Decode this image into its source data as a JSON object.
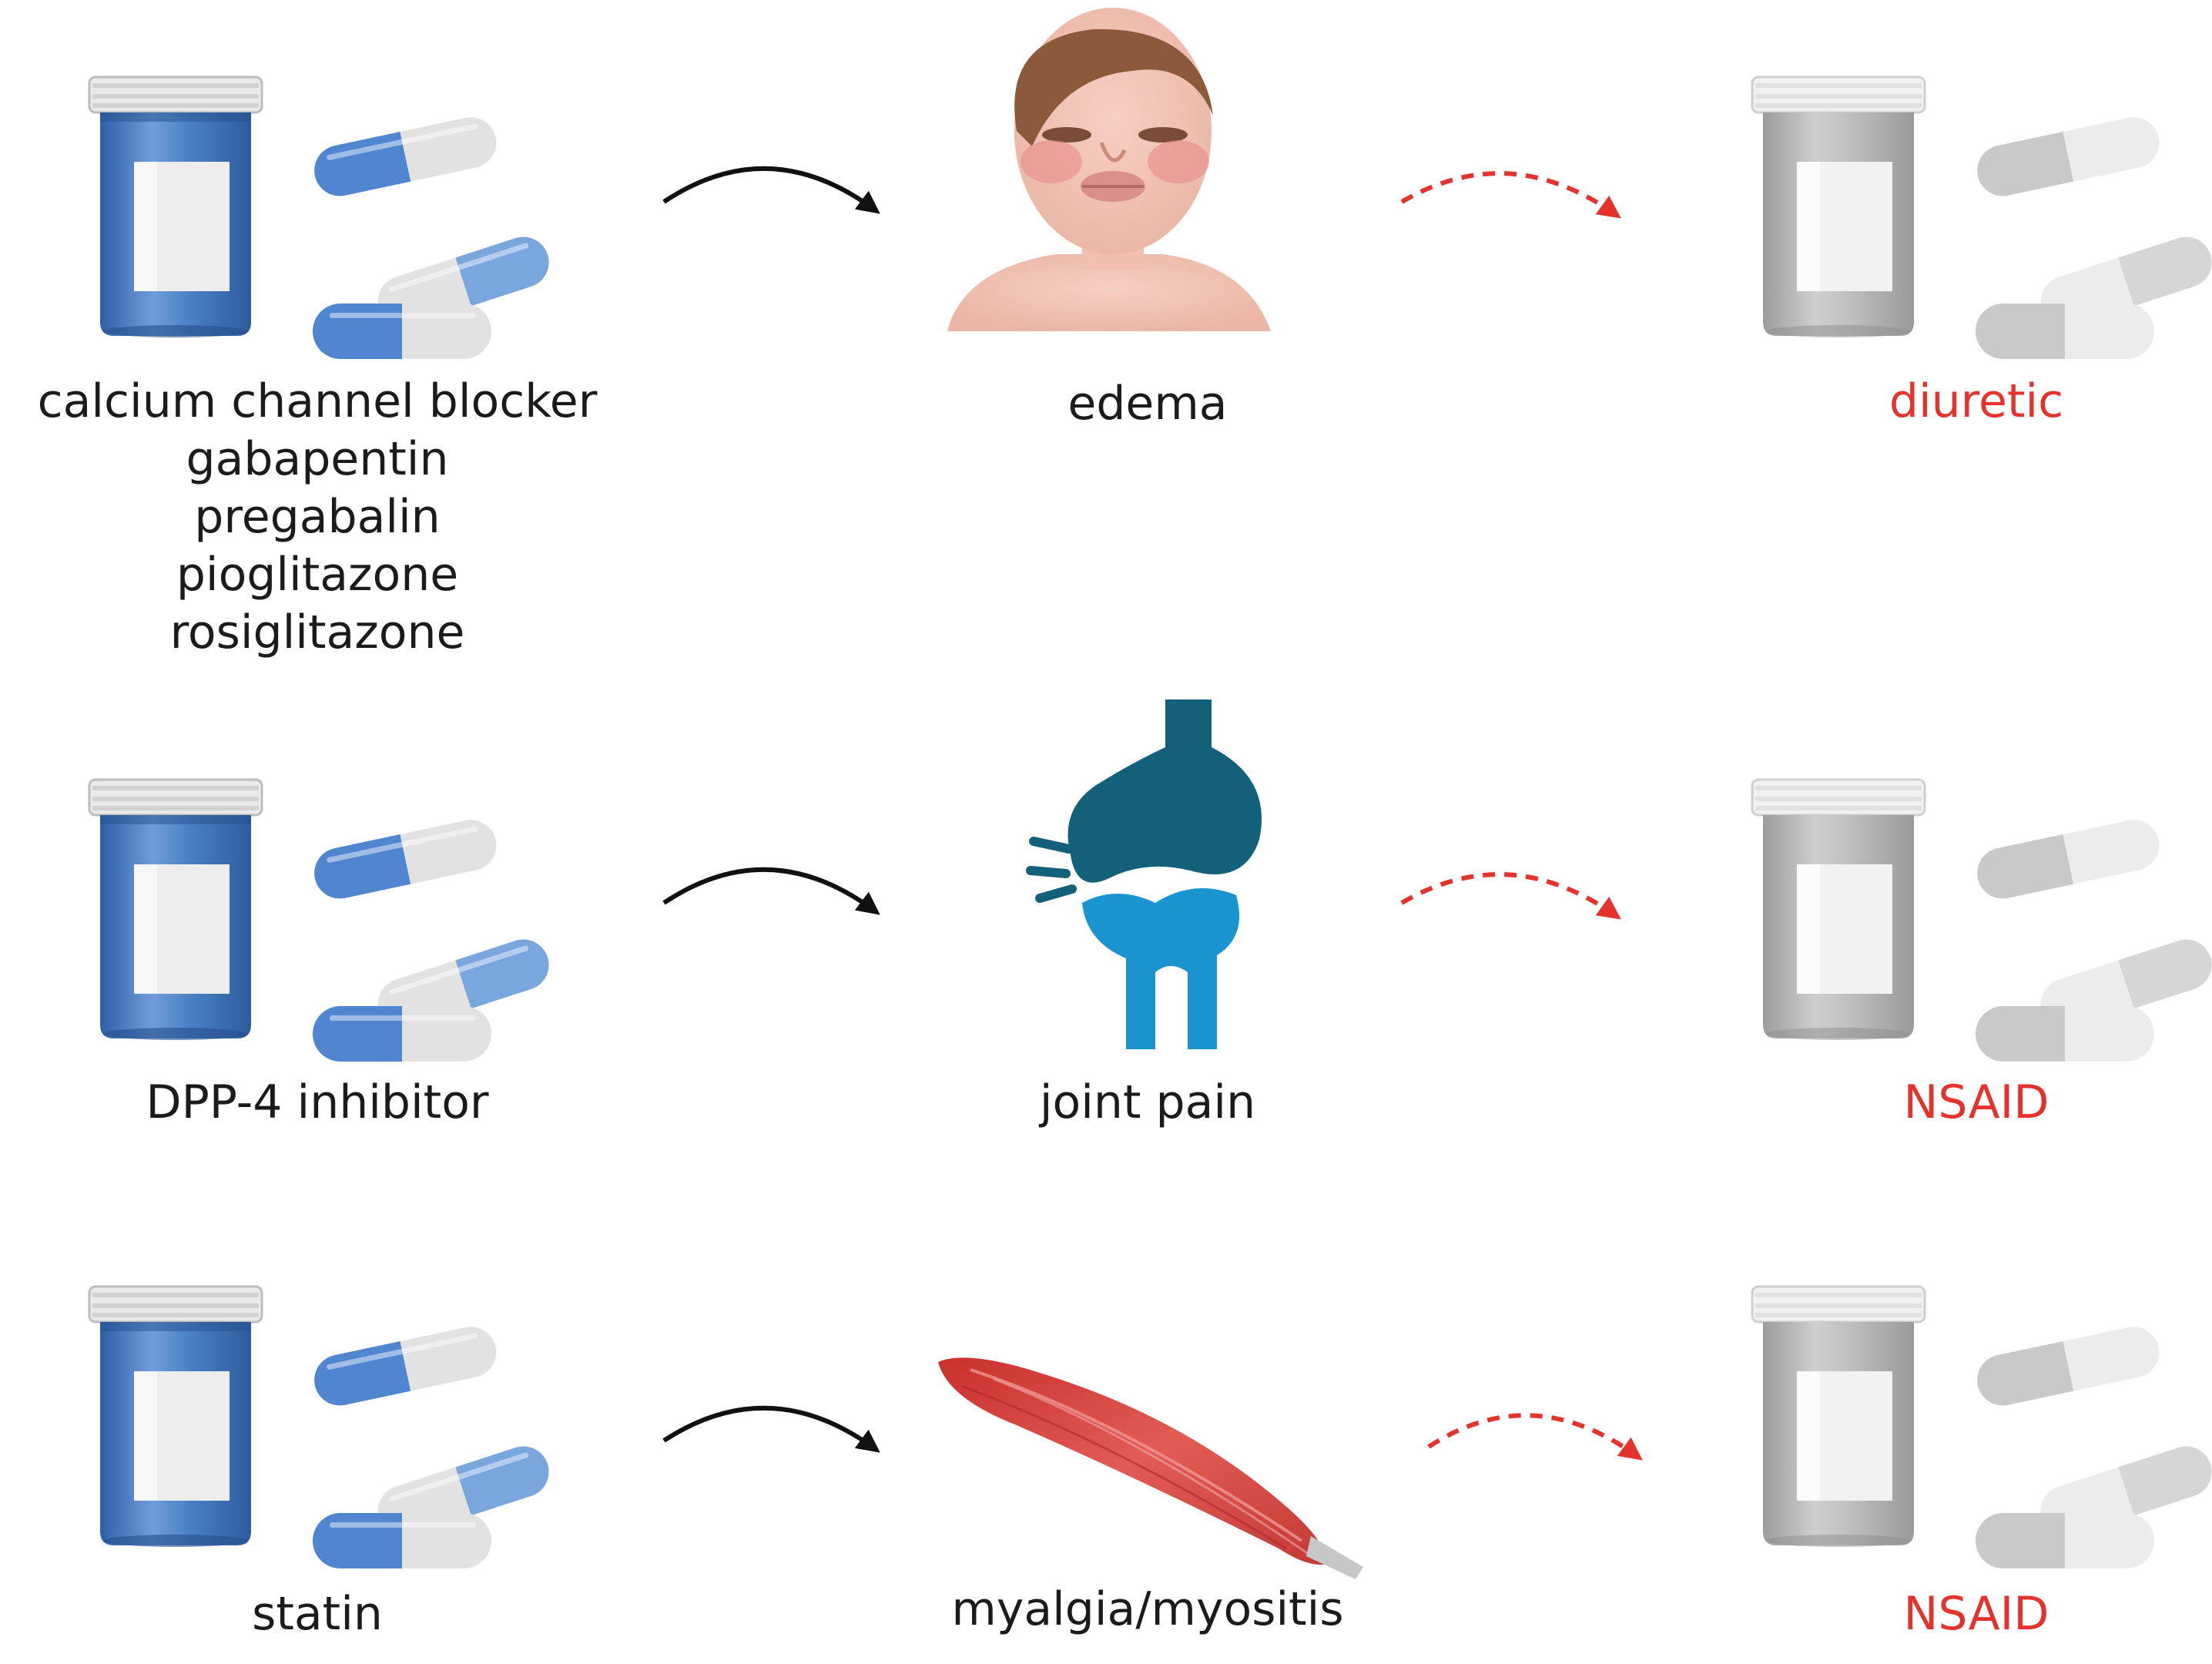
{
  "colors": {
    "accent_red": "#e3332c",
    "bottle_blue": "#4a7fc4",
    "bottle_gray": "#b9b9b9",
    "bone_dark": "#13607a",
    "bone_light": "#1b93cf",
    "muscle": "#d9443f",
    "text": "#1b1b1b"
  },
  "rows": [
    {
      "drugs": [
        "calcium channel blocker",
        "gabapentin",
        "pregabalin",
        "pioglitazone",
        "rosiglitazone"
      ],
      "adverse_effect": "edema",
      "effect_icon": "face-edema-icon",
      "prescribed_drug": "diuretic"
    },
    {
      "drugs": [
        "DPP-4 inhibitor"
      ],
      "adverse_effect": "joint pain",
      "effect_icon": "knee-joint-icon",
      "prescribed_drug": "NSAID"
    },
    {
      "drugs": [
        "statin"
      ],
      "adverse_effect": "myalgia/myositis",
      "effect_icon": "muscle-icon",
      "prescribed_drug": "NSAID"
    }
  ]
}
